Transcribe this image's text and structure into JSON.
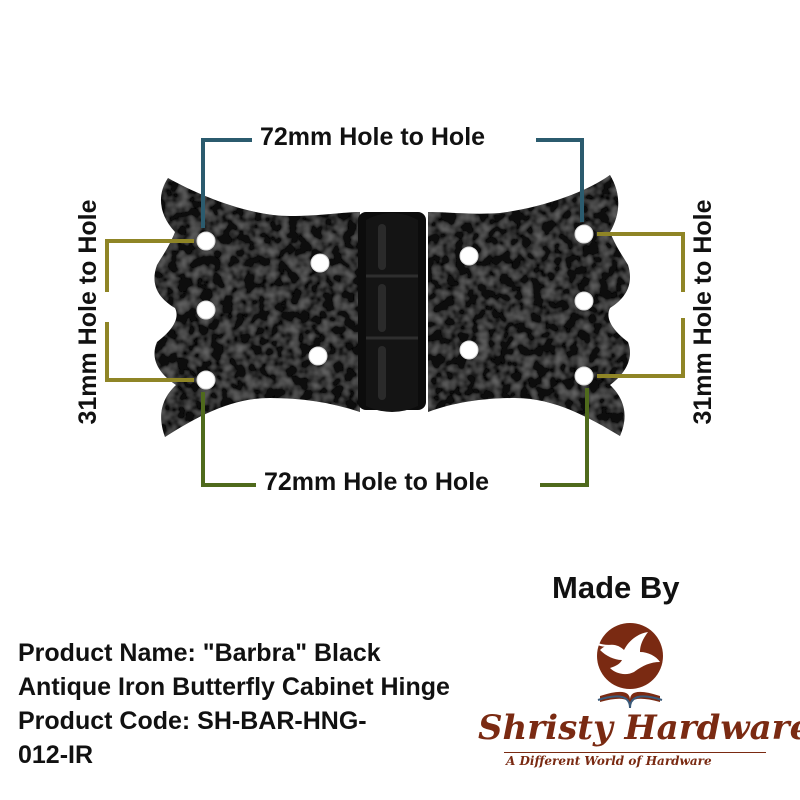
{
  "dimensions": {
    "top_label": "72mm Hole to Hole",
    "bottom_label": "72mm Hole to Hole",
    "left_label": "31mm Hole to Hole",
    "right_label": "31mm Hole to Hole"
  },
  "product": {
    "name_line1": "Product Name: \"Barbra\" Black",
    "name_line2": "Antique Iron Butterfly Cabinet Hinge",
    "code_line1": "Product Code: SH-BAR-HNG-",
    "code_line2": "012-IR"
  },
  "maker": {
    "made_by": "Made By",
    "brand_name": "Shristy Hardware",
    "tagline": "A Different World of Hardware"
  },
  "colors": {
    "top_dimension": "#2b5b6e",
    "bottom_dimension": "#4f6a1c",
    "side_dimension": "#8f8526",
    "hinge": "#0c0c0c",
    "brand": "#7a2a12"
  }
}
